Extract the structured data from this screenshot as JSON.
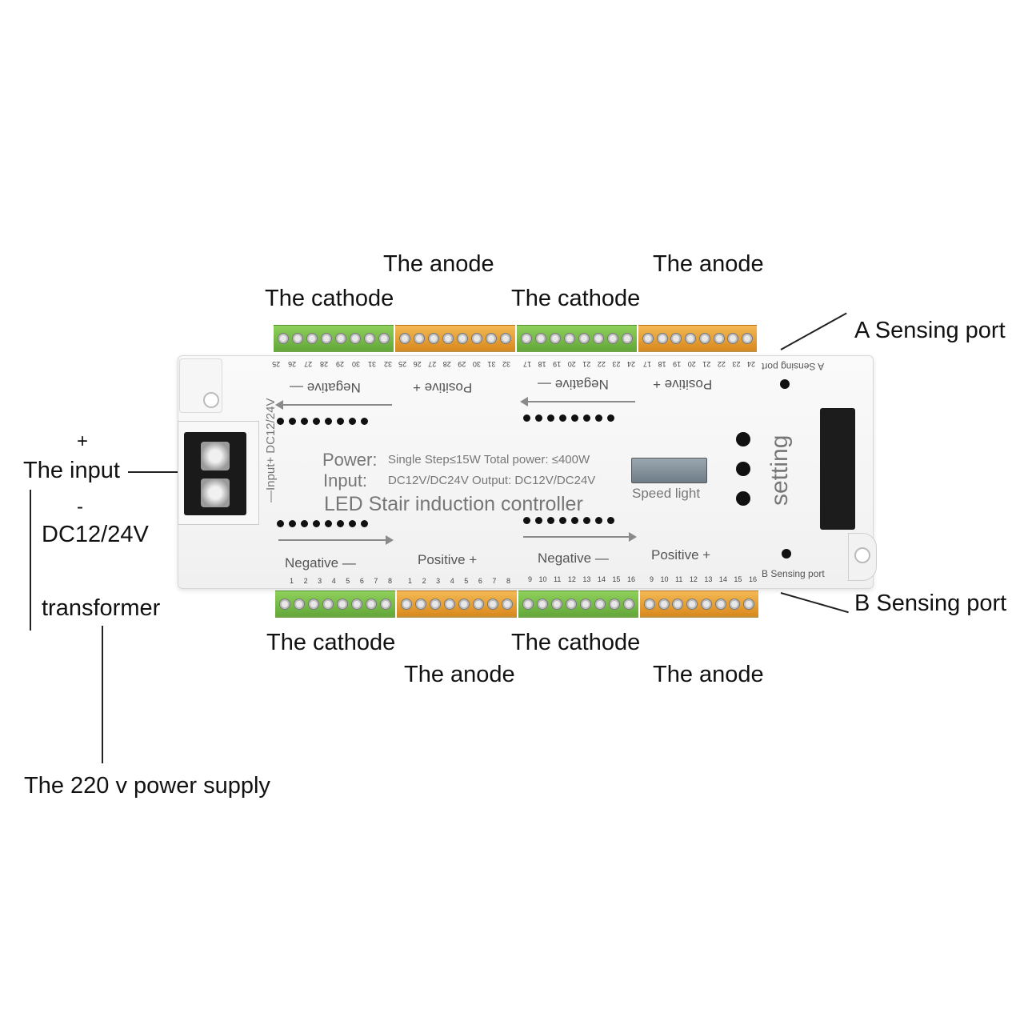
{
  "callouts": {
    "top_cathode_1": "The cathode",
    "top_anode_1": "The anode",
    "top_cathode_2": "The cathode",
    "top_anode_2": "The anode",
    "bottom_cathode_1": "The cathode",
    "bottom_anode_1": "The anode",
    "bottom_cathode_2": "The cathode",
    "bottom_anode_2": "The anode",
    "a_sensing_port": "A Sensing port",
    "b_sensing_port": "B Sensing port",
    "input_plus": "+",
    "input": "The input",
    "input_minus": "-",
    "input_voltage": "DC12/24V",
    "transformer": "transformer",
    "power_supply": "The 220 v power supply"
  },
  "controller": {
    "power_label": "Power:",
    "power_detail": "Single Step≤15W Total power: ≤400W",
    "input_label": "Input:",
    "input_detail": "DC12V/DC24V Output: DC12V/DC24V",
    "product_name": "LED Stair induction controller",
    "speed_light": "Speed light",
    "setting": "setting",
    "input_vertical": "—Input+ DC12/24V",
    "a_port_label": "A Sensing port",
    "b_port_label": "B Sensing port",
    "top_polarity": [
      "Negative —",
      "Positive +",
      "Negative —",
      "Positive +"
    ],
    "bottom_polarity": [
      "Negative —",
      "Positive +",
      "Negative —",
      "Positive +"
    ],
    "top_pins": [
      [
        "32",
        "31",
        "30",
        "29",
        "28",
        "27",
        "26",
        "25"
      ],
      [
        "32",
        "31",
        "30",
        "29",
        "28",
        "27",
        "26",
        "25"
      ],
      [
        "24",
        "23",
        "22",
        "21",
        "20",
        "19",
        "18",
        "17"
      ],
      [
        "24",
        "23",
        "22",
        "21",
        "20",
        "19",
        "18",
        "17"
      ]
    ],
    "bottom_pins": [
      [
        "1",
        "2",
        "3",
        "4",
        "5",
        "6",
        "7",
        "8"
      ],
      [
        "1",
        "2",
        "3",
        "4",
        "5",
        "6",
        "7",
        "8"
      ],
      [
        "9",
        "10",
        "11",
        "12",
        "13",
        "14",
        "15",
        "16"
      ],
      [
        "9",
        "10",
        "11",
        "12",
        "13",
        "14",
        "15",
        "16"
      ]
    ]
  },
  "colors": {
    "cathode_terminal": "#6fb840",
    "anode_terminal": "#e69a2c",
    "body": "#f4f4f4"
  }
}
